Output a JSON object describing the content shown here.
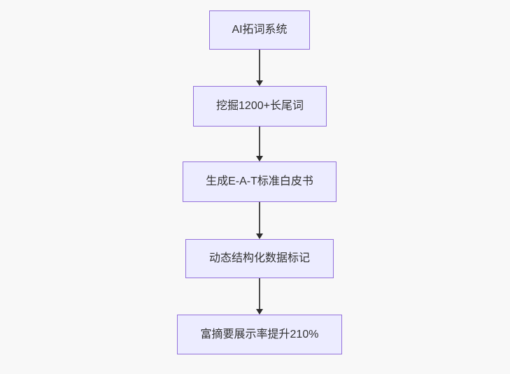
{
  "diagram": {
    "type": "flowchart",
    "direction": "top-down",
    "nodes": [
      {
        "label": "AI拓词系统"
      },
      {
        "label": "挖掘1200+长尾词"
      },
      {
        "label": "生成E-A-T标准白皮书"
      },
      {
        "label": "动态结构化数据标记"
      },
      {
        "label": "富摘要展示率提升210%"
      }
    ],
    "edges": [
      {
        "from": "AI拓词系统",
        "to": "挖掘1200+长尾词"
      },
      {
        "from": "挖掘1200+长尾词",
        "to": "生成E-A-T标准白皮书"
      },
      {
        "from": "生成E-A-T标准白皮书",
        "to": "动态结构化数据标记"
      },
      {
        "from": "动态结构化数据标记",
        "to": "富摘要展示率提升210%"
      }
    ],
    "colors": {
      "background": "#f8f8f8",
      "node_fill": "#ECECFF",
      "node_border": "#9370DB",
      "text": "#333333",
      "arrow": "#333333"
    }
  }
}
